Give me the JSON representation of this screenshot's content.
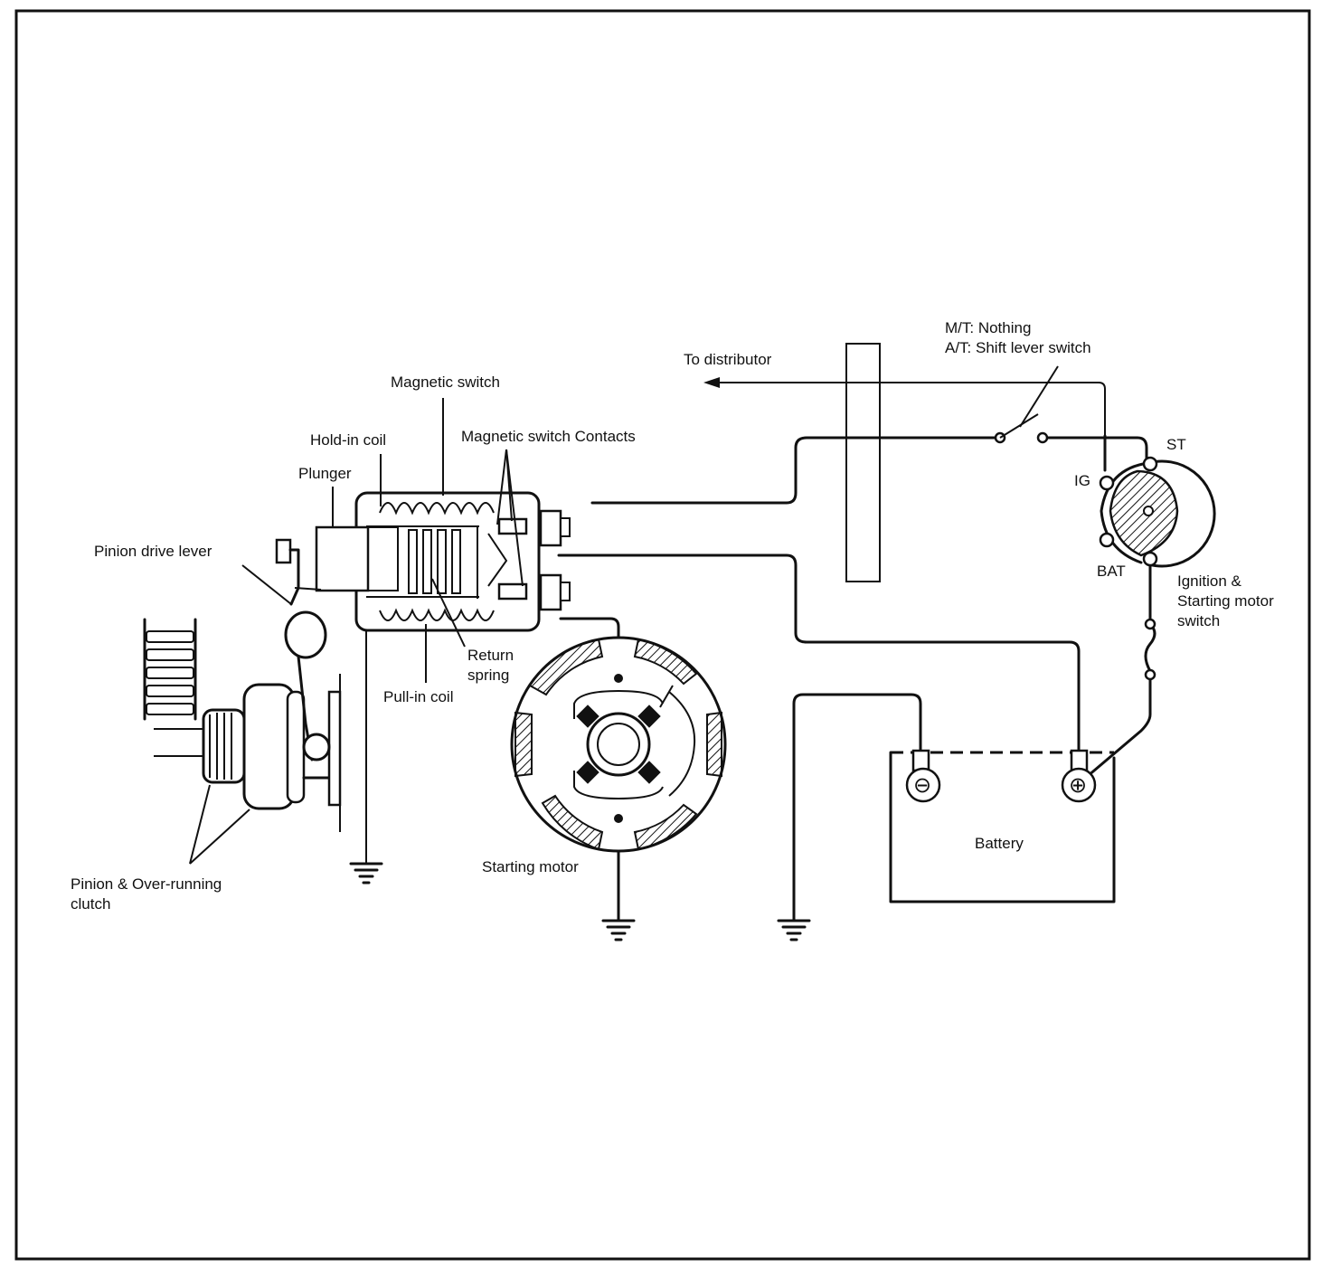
{
  "labels": {
    "mt_nothing": "M/T: Nothing",
    "at_shift": "A/T: Shift lever switch",
    "to_distributor": "To distributor",
    "magnetic_switch": "Magnetic switch",
    "hold_in_coil": "Hold-in coil",
    "magnetic_switch_contacts": "Magnetic switch Contacts",
    "plunger": "Plunger",
    "pinion_drive_lever": "Pinion drive lever",
    "return": "Return",
    "spring": "spring",
    "pull_in_coil": "Pull-in coil",
    "pinion_line1": "Pinion & Over-running",
    "pinion_line2": "clutch",
    "starting_motor": "Starting motor",
    "st": "ST",
    "ig": "IG",
    "bat": "BAT",
    "ign_line1": "Ignition &",
    "ign_line2": "Starting motor",
    "ign_line3": "switch",
    "battery": "Battery",
    "minus": "⊖",
    "plus": "⊕"
  }
}
